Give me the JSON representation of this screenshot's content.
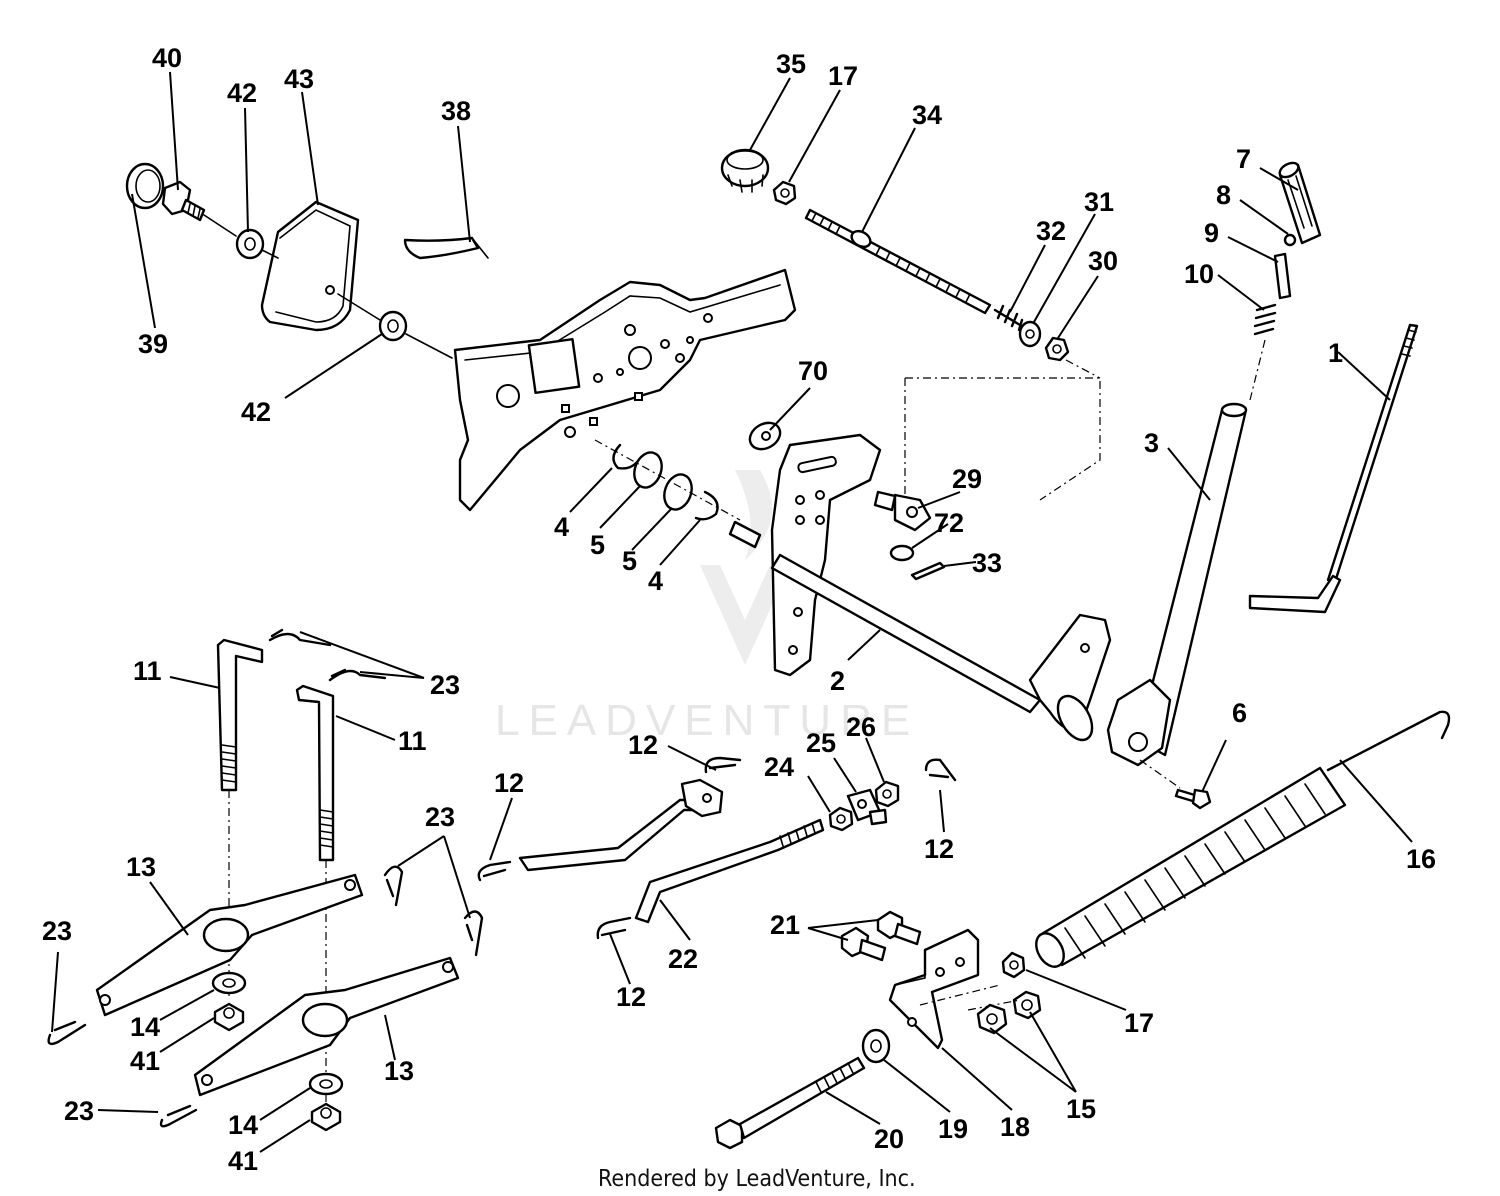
{
  "watermark": "LEADVENTURE",
  "footer": "Rendered by LeadVenture, Inc.",
  "callouts": {
    "c1": "1",
    "c2": "2",
    "c3": "3",
    "c4a": "4",
    "c4b": "4",
    "c5a": "5",
    "c5b": "5",
    "c6": "6",
    "c7": "7",
    "c8": "8",
    "c9": "9",
    "c10": "10",
    "c11a": "11",
    "c11b": "11",
    "c12a": "12",
    "c12b": "12",
    "c12c": "12",
    "c12d": "12",
    "c13a": "13",
    "c13b": "13",
    "c14a": "14",
    "c14b": "14",
    "c15": "15",
    "c16": "16",
    "c17a": "17",
    "c17b": "17",
    "c18": "18",
    "c19": "19",
    "c20": "20",
    "c21": "21",
    "c22": "22",
    "c23a": "23",
    "c23b": "23",
    "c23c": "23",
    "c23d": "23",
    "c24": "24",
    "c25": "25",
    "c26": "26",
    "c29": "29",
    "c30": "30",
    "c31": "31",
    "c32": "32",
    "c33": "33",
    "c34": "34",
    "c35": "35",
    "c38": "38",
    "c39": "39",
    "c40": "40",
    "c41a": "41",
    "c41b": "41",
    "c42a": "42",
    "c42b": "42",
    "c43": "43",
    "c70": "70",
    "c72": "72"
  }
}
